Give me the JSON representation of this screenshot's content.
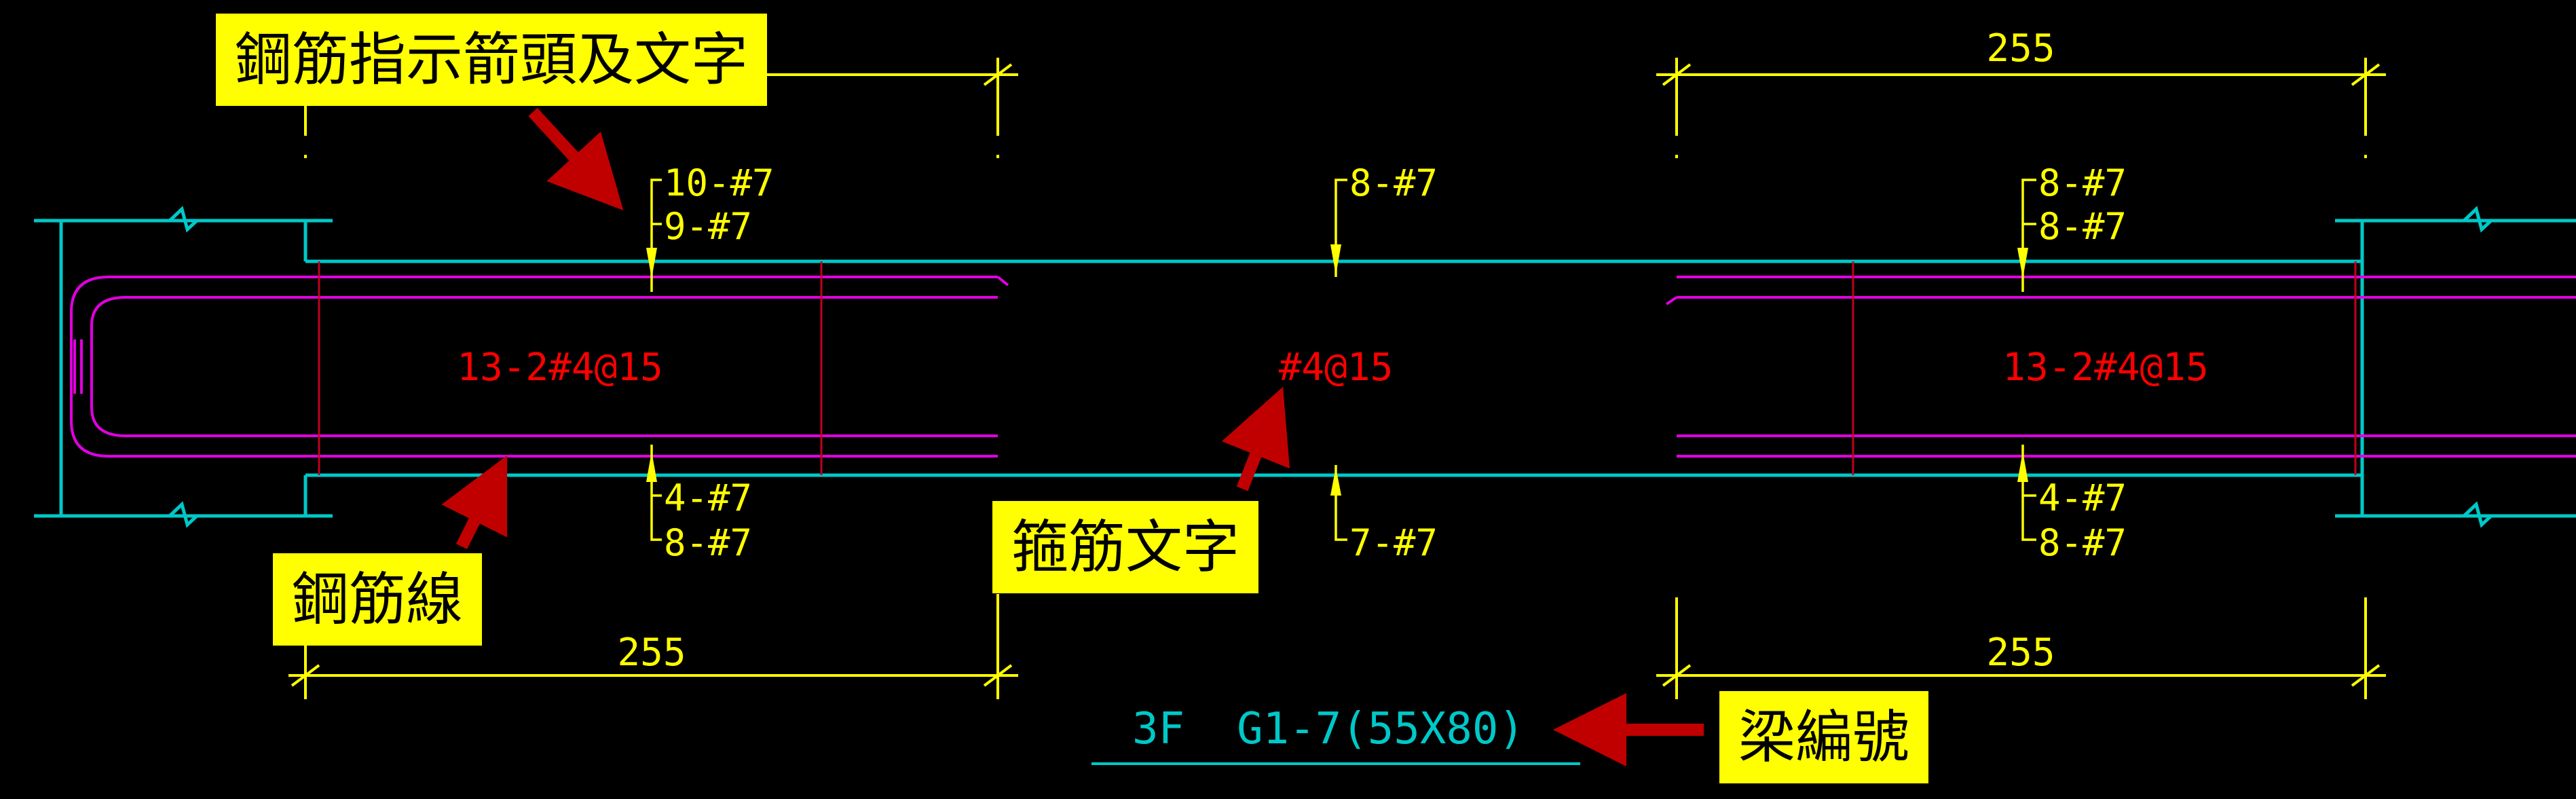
{
  "colors": {
    "background": "#000000",
    "dimension": "#ffff00",
    "beam_outline": "#00c8c8",
    "rebar_line": "#e000e0",
    "stirrup_text": "#ff0000",
    "section_line": "#c00020",
    "arrow": "#c00000",
    "callout_bg": "#ffff00"
  },
  "dimensions": {
    "top_right": "255",
    "bottom_left": "255",
    "bottom_right": "255"
  },
  "rebar": {
    "left_top_1": "10-#7",
    "left_top_2": "9-#7",
    "mid_top": "8-#7",
    "right_top_1": "8-#7",
    "right_top_2": "8-#7",
    "left_bottom_1": "4-#7",
    "left_bottom_2": "8-#7",
    "mid_bottom": "7-#7",
    "right_bottom_1": "4-#7",
    "right_bottom_2": "8-#7"
  },
  "stirrups": {
    "left": "13-2#4@15",
    "mid": "#4@15",
    "right": "13-2#4@15"
  },
  "beam_id": "3F  G1-7(55X80)",
  "callouts": {
    "arrow_text": "鋼筋指示箭頭及文字",
    "rebar_line": "鋼筋線",
    "stirrup_text": "箍筋文字",
    "beam_number": "梁編號"
  }
}
